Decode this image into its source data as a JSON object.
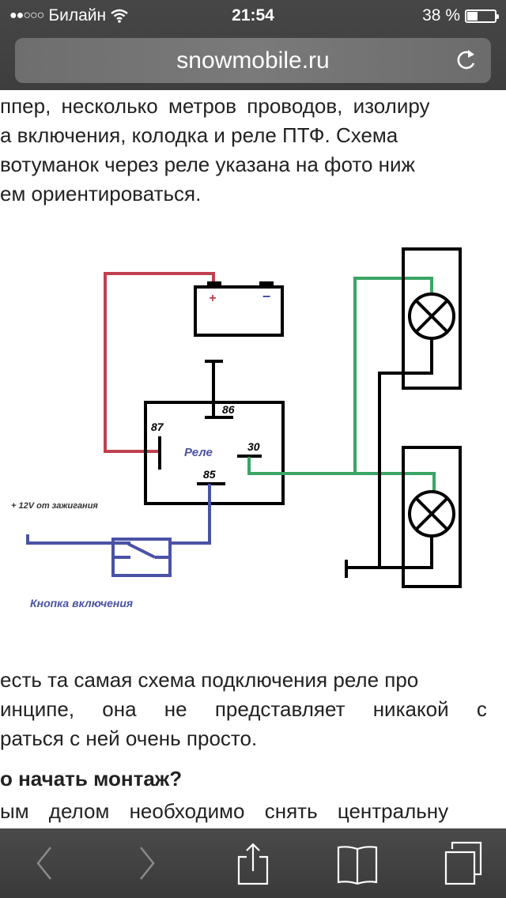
{
  "status_bar": {
    "signal_dots": "●●○○○",
    "carrier": "Билайн",
    "time": "21:54",
    "battery_percent": "38 %",
    "battery_level": 0.38
  },
  "browser": {
    "url": "snowmobile.ru",
    "reload_icon": "reload-icon"
  },
  "article": {
    "para1": [
      "ппер, несколько метров проводов, изолиру",
      "а включения, колодка и реле ПТФ. Схема",
      "вотуманок через реле указана на фото ниж",
      "ем ориентироваться."
    ],
    "para2": [
      "есть та самая схема подключения реле про",
      "инципе, она не представляет никакой с",
      "раться с ней очень просто."
    ],
    "heading": "о начать монтаж?",
    "para3": "ым делом необходимо снять центральну"
  },
  "diagram": {
    "relay_label": "Реле",
    "pins": {
      "p86": "86",
      "p87": "87",
      "p30": "30",
      "p85": "85"
    },
    "battery_plus": "+",
    "battery_minus": "−",
    "ignition_label": "+ 12V от зажигания",
    "button_label": "Кнопка включения",
    "colors": {
      "positive": "#c0404f",
      "relay_out": "#3aa564",
      "control": "#4a52a6",
      "ground": "#000000"
    }
  },
  "toolbar": {
    "back": "back-icon",
    "forward": "forward-icon",
    "share": "share-icon",
    "bookmarks": "bookmarks-icon",
    "tabs": "tabs-icon"
  }
}
